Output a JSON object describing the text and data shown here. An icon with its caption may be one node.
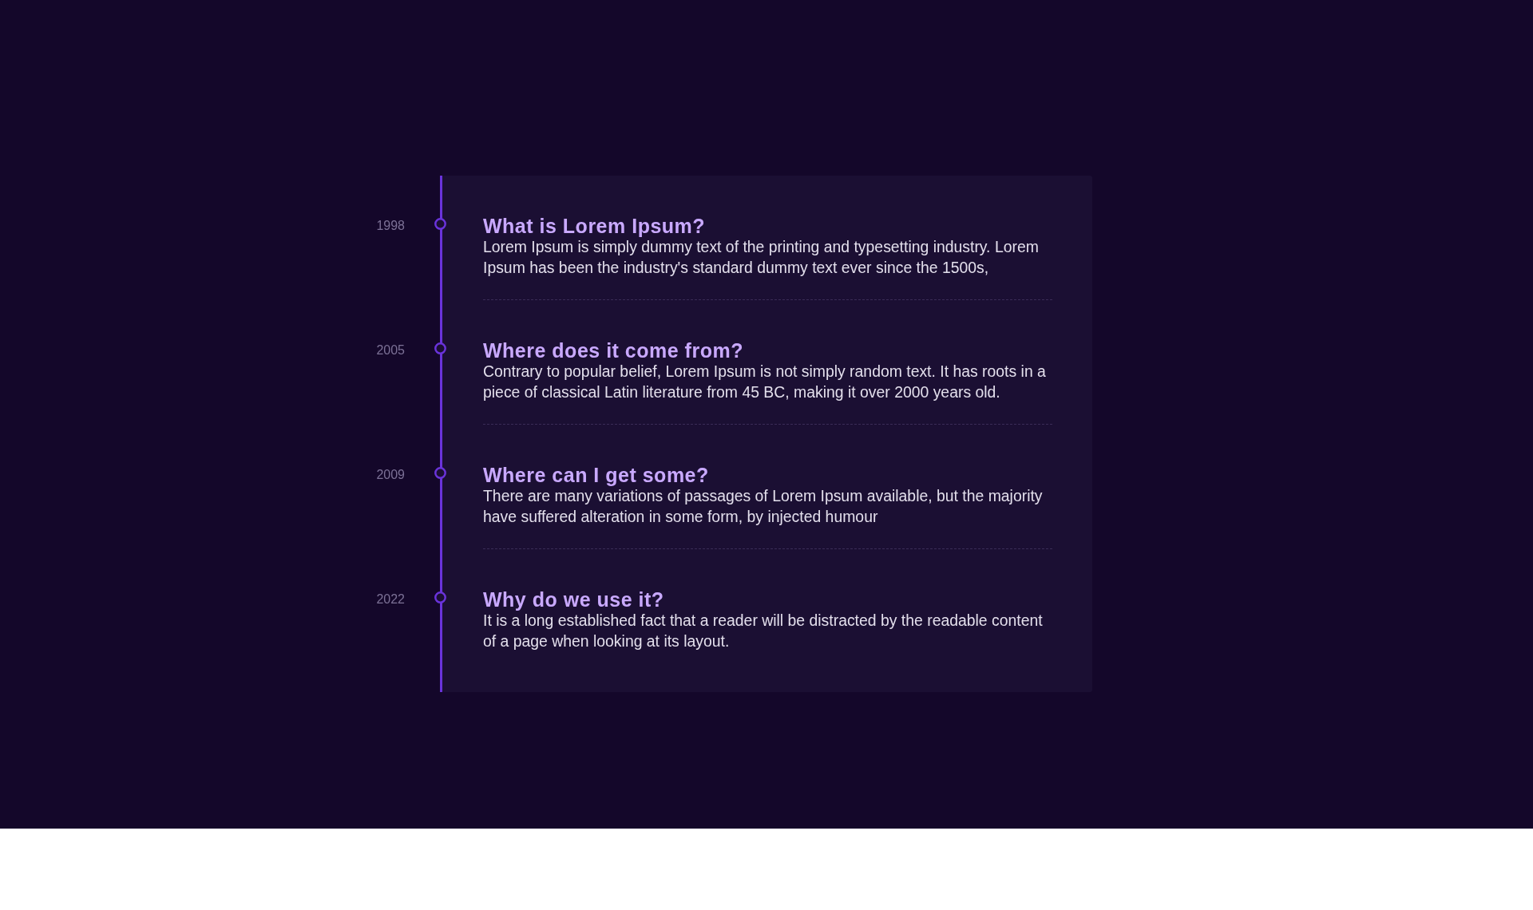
{
  "diagram": {
    "nodes": [
      {
        "text": [],
        "shape": "box"
      },
      {
        "text": [
          "What is Lorem Ipsum?",
          "Lorem Ipsum is simply dummy text of the printing and typesetting industry. Lorem Ipsum has been the industry's standard dummy text ever since the 1500s,"
        ],
        "beside": [
          "1998"
        ],
        "in": 0
      },
      {
        "text": [
          "Where does it come from?",
          "Contrary to popular belief, Lorem Ipsum is not simply random text. It has roots in a piece of classical Latin literature from 45 BC, making it over 2000 years old."
        ],
        "beside": [
          "2005"
        ],
        "in": 0
      },
      {
        "text": [
          "Where can I get some?",
          "There are many variations of passages of Lorem Ipsum available, but the majority have suffered alteration in some form, by injected humour"
        ],
        "beside": [
          "2009"
        ],
        "in": 0
      },
      {
        "text": [
          "Why do we use it?",
          "It is a long established fact that a reader will be distracted by the readable content of a page when looking at its layout."
        ],
        "beside": [
          "2022"
        ],
        "in": 0
      }
    ]
  }
}
